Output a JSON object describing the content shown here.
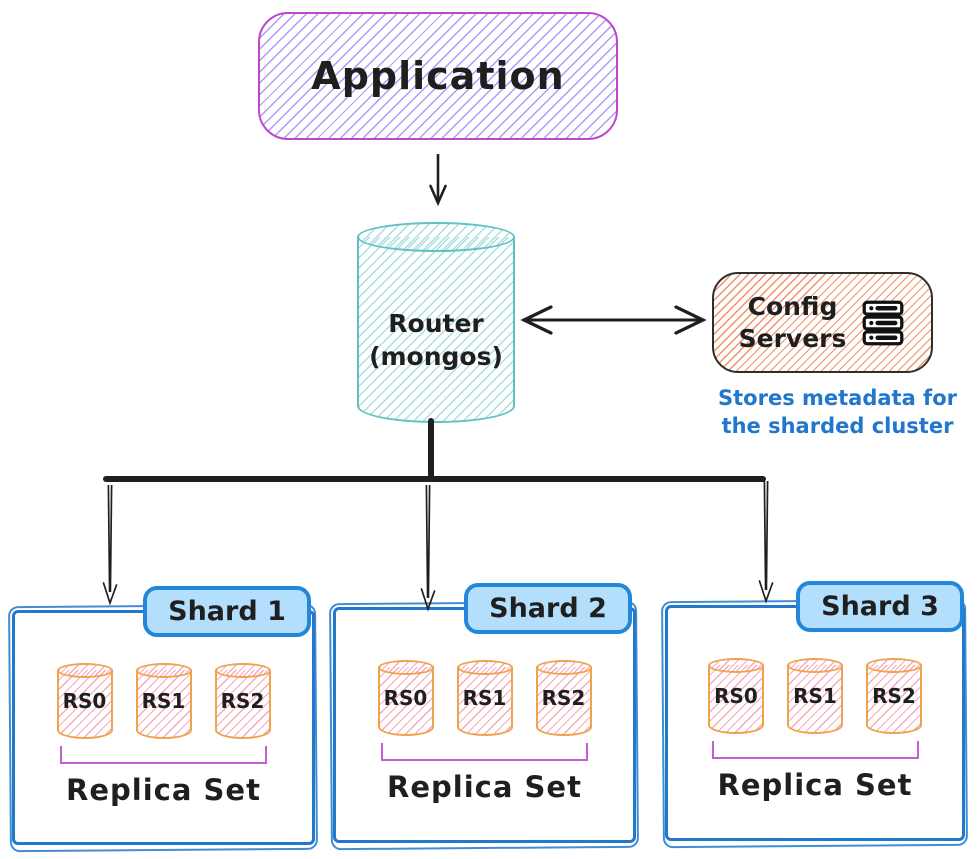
{
  "colors": {
    "ink": "#1f1f1f",
    "violet-border": "#bf46c9",
    "violet-hatch": "#b197fc",
    "teal-border": "#5ec1c3",
    "teal-hatch": "#a9dfe0",
    "config-border": "#2f2f2f",
    "config-hatch": "#f29066",
    "shard-blue": "#2278cc",
    "tab-border": "#2387d9",
    "tab-fill": "#b3dffc",
    "cyl-orange": "#f0a24c",
    "cyl-pink": "#f8a9b8",
    "bracket-purple": "#c45fd3",
    "caption-blue": "#2277cc"
  },
  "application": {
    "label": "Application"
  },
  "router": {
    "title": "Router",
    "subtitle": "(mongos)"
  },
  "config_servers": {
    "title_line1": "Config",
    "title_line2": "Servers",
    "icon": "server-stack",
    "caption_line1": "Stores metadata for",
    "caption_line2": "the sharded cluster"
  },
  "shards": [
    {
      "label": "Shard 1",
      "replicas": [
        "RS0",
        "RS1",
        "RS2"
      ],
      "caption": "Replica Set"
    },
    {
      "label": "Shard 2",
      "replicas": [
        "RS0",
        "RS1",
        "RS2"
      ],
      "caption": "Replica Set"
    },
    {
      "label": "Shard 3",
      "replicas": [
        "RS0",
        "RS1",
        "RS2"
      ],
      "caption": "Replica Set"
    }
  ]
}
